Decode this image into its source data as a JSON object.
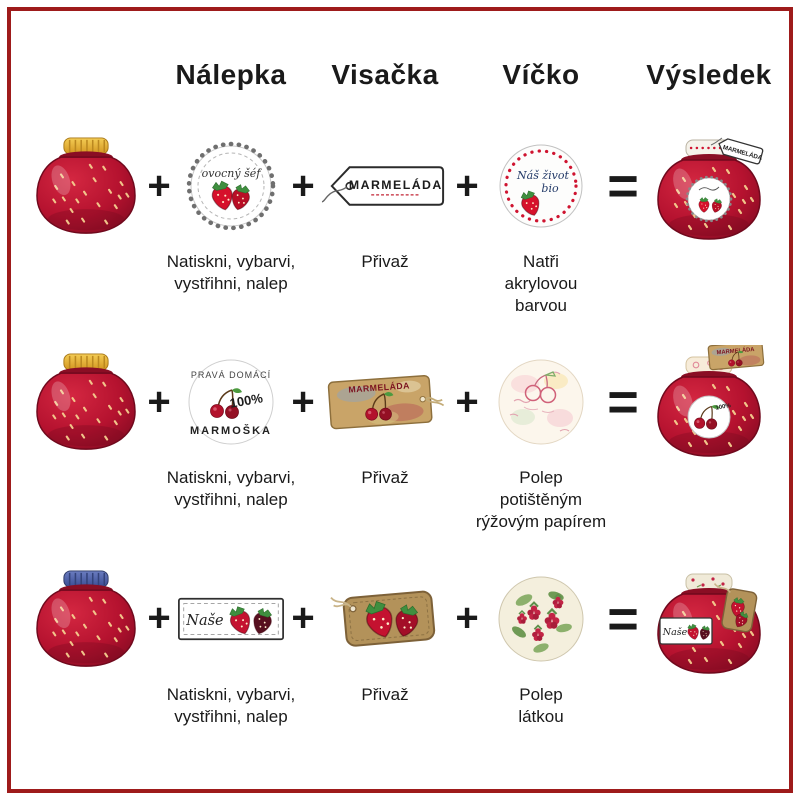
{
  "poster": {
    "background": "#ffffff",
    "border_color": "#9e1b1b"
  },
  "headers": [
    {
      "label": "Nálepka"
    },
    {
      "label": "Visačka"
    },
    {
      "label": "Víčko"
    },
    {
      "label": "Výsledek"
    }
  ],
  "operators": {
    "plus": "+",
    "equals": "="
  },
  "rows": [
    {
      "label_text": "ovocný šéf",
      "label_caption": "Natiskni, vybarvi,\nvystřihni, nalep",
      "tag_text": "MARMELÁDA",
      "tag_caption": "Přivaž",
      "lid_line1": "Náš život",
      "lid_line2": "bio",
      "lid_caption": "Natři\nakrylovou\nbarvou"
    },
    {
      "label_top": "PRAVÁ DOMÁCÍ",
      "label_mid": "100%",
      "label_bottom": "MARMOŠKA",
      "label_caption": "Natiskni, vybarvi,\nvystřihni, nalep",
      "tag_text": "MARMELÁDA",
      "tag_caption": "Přivaž",
      "lid_caption": "Polep\npotištěným\nrýžovým papírem"
    },
    {
      "label_text": "Naše",
      "label_caption": "Natiskni, vybarvi,\nvystřihni, nalep",
      "tag_caption": "Přivaž",
      "lid_caption": "Polep\nlátkou"
    }
  ]
}
